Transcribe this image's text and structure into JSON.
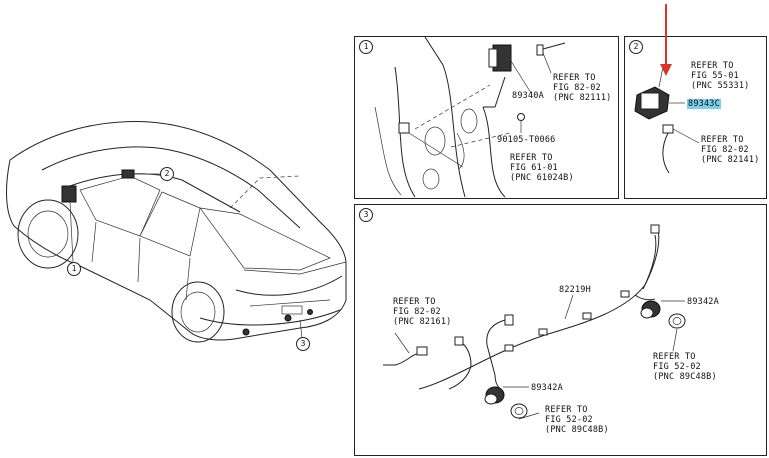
{
  "callouts": {
    "one": "1",
    "two": "2",
    "three": "3"
  },
  "panel1": {
    "num": "1",
    "part_89340A": "89340A",
    "ref1": "REFER TO\nFIG 82-02\n(PNC 82111)",
    "part_90105": "90105-T0066",
    "ref2": "REFER TO\nFIG 61-01\n(PNC 61024B)"
  },
  "panel2": {
    "num": "2",
    "ref1": "REFER TO\nFIG 55-01\n(PNC 55331)",
    "part_89343C": "89343C",
    "ref2": "REFER TO\nFIG 82-02\n(PNC 82141)"
  },
  "panel3": {
    "num": "3",
    "ref_left": "REFER TO\nFIG 82-02\n(PNC 82161)",
    "part_82219H": "82219H",
    "part_89342A_right": "89342A",
    "ref_right": "REFER TO\nFIG 52-02\n(PNC 89C48B)",
    "part_89342A_bottom": "89342A",
    "ref_bottom": "REFER TO\nFIG 52-02\n(PNC 89C48B)"
  },
  "colors": {
    "highlight": "#7ad0ea",
    "arrow": "#d9362b"
  }
}
